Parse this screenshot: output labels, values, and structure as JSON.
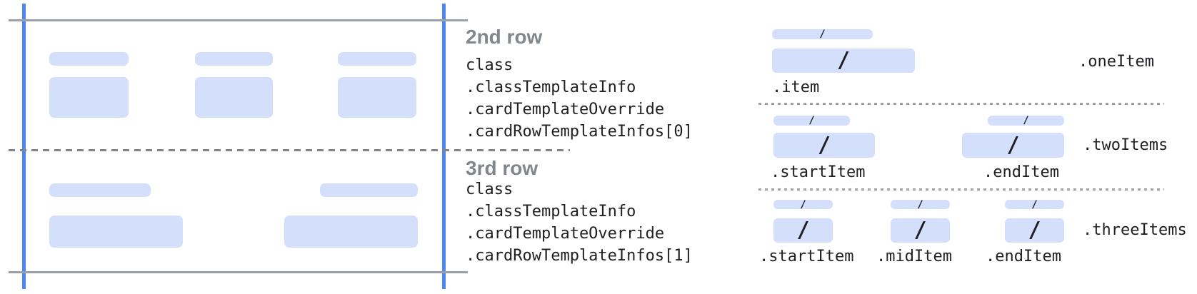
{
  "rows": [
    {
      "heading": "2nd row",
      "code_lines": [
        "class",
        ".classTemplateInfo",
        ".cardTemplateOverride",
        ".cardRowTemplateInfos[0]"
      ]
    },
    {
      "heading": "3rd row",
      "code_lines": [
        "class",
        ".classTemplateInfo",
        ".cardTemplateOverride",
        ".cardRowTemplateInfos[1]"
      ]
    }
  ],
  "layouts": {
    "one_item": {
      "label": ".oneItem",
      "item_labels": [
        ".item"
      ]
    },
    "two_items": {
      "label": ".twoItems",
      "item_labels": [
        ".startItem",
        ".endItem"
      ]
    },
    "three_items": {
      "label": ".threeItems",
      "item_labels": [
        ".startItem",
        ".midItem",
        ".endItem"
      ]
    }
  },
  "glyphs": {
    "field_slash": "/"
  },
  "colors": {
    "item_fill": "#d4e0fb",
    "card_edge_blue": "#4e86f2",
    "line_gray": "#9aa0a6",
    "dash_gray": "#80868b",
    "heading_gray": "#80868b",
    "text_dark": "#202124"
  }
}
